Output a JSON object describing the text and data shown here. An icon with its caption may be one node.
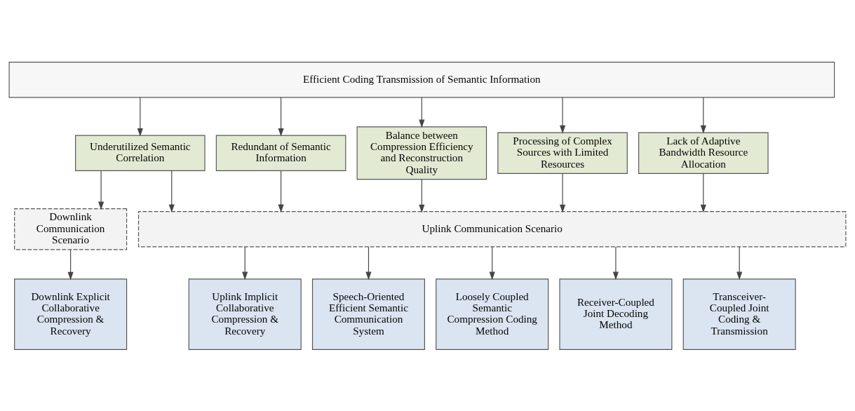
{
  "diagram": {
    "nodes": [
      {
        "text": [
          "Efficient Coding Transmission of Semantic Information"
        ]
      },
      {
        "text": [
          "Underutilized Semantic Correlation"
        ]
      },
      {
        "text": [
          "Redundant of Semantic Information"
        ]
      },
      {
        "text": [
          "Balance between Compression Efficiency and Reconstruction Quality"
        ]
      },
      {
        "text": [
          "Processing of Complex Sources with Limited Resources"
        ]
      },
      {
        "text": [
          "Lack of Adaptive Bandwidth Resource Allocation"
        ]
      },
      {
        "text": [
          "Downlink Communication Scenario"
        ]
      },
      {
        "text": [
          "Uplink Communication Scenario"
        ]
      },
      {
        "text": [
          "Downlink Explicit Collaborative Compression & Recovery"
        ]
      },
      {
        "text": [
          "Uplink Implicit Collaborative Compression & Recovery"
        ]
      },
      {
        "text": [
          "Speech-Oriented Efficient Semantic Communication System"
        ]
      },
      {
        "text": [
          "Loosely Coupled Semantic Compression Coding Method"
        ]
      },
      {
        "text": [
          "Receiver-Coupled Joint Decoding Method"
        ]
      },
      {
        "text": [
          "Transceiver-Coupled Joint Coding & Transmission"
        ]
      }
    ],
    "edges": [
      {
        "from": 0,
        "to": 1,
        "arrow": "to"
      },
      {
        "from": 0,
        "to": 2,
        "arrow": "to"
      },
      {
        "from": 0,
        "to": 3,
        "arrow": "to"
      },
      {
        "from": 0,
        "to": 4,
        "arrow": "to"
      },
      {
        "from": 0,
        "to": 5,
        "arrow": "to"
      },
      {
        "from": 1,
        "to": 6,
        "arrow": "to"
      },
      {
        "from": 1,
        "to": 7,
        "arrow": "to"
      },
      {
        "from": 2,
        "to": 7,
        "arrow": "to"
      },
      {
        "from": 3,
        "to": 7,
        "arrow": "to"
      },
      {
        "from": 4,
        "to": 7,
        "arrow": "to"
      },
      {
        "from": 5,
        "to": 7,
        "arrow": "to"
      },
      {
        "from": 6,
        "to": 8,
        "arrow": "to"
      },
      {
        "from": 7,
        "to": 9,
        "arrow": "to"
      },
      {
        "from": 7,
        "to": 10,
        "arrow": "to"
      },
      {
        "from": 7,
        "to": 11,
        "arrow": "to"
      },
      {
        "from": 7,
        "to": 12,
        "arrow": "to"
      },
      {
        "from": 7,
        "to": 13,
        "arrow": "to"
      }
    ]
  }
}
